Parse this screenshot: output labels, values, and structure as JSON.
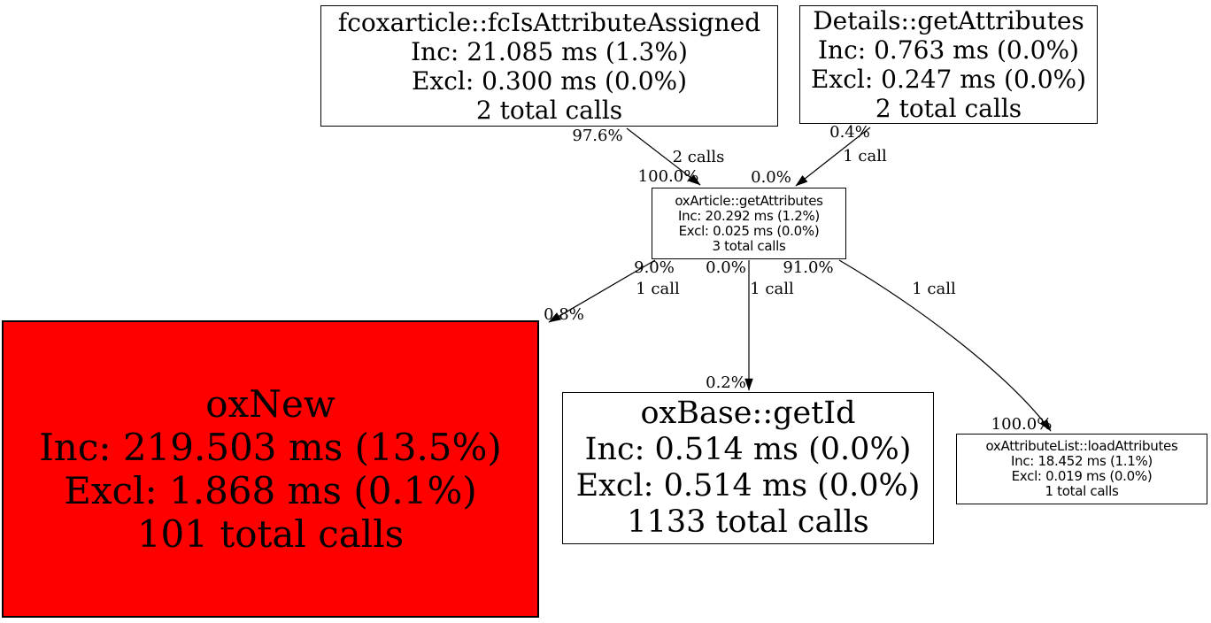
{
  "graph": {
    "kind": "profiler-call-graph",
    "colors": {
      "background": "#ffffff",
      "node_fill": "#ffffff",
      "hot_node_fill": "#ff0000",
      "border": "#000000",
      "edge": "#000000",
      "text": "#000000"
    },
    "nodes": [
      {
        "id": "fcoxarticle-fcisattributeassigned",
        "title": "fcoxarticle::fcIsAttributeAssigned",
        "inclusive": "Inc: 21.085 ms (1.3%)",
        "exclusive": "Excl: 0.300 ms (0.0%)",
        "calls": "2 total calls",
        "fill": "#ffffff"
      },
      {
        "id": "details-getattributes",
        "title": "Details::getAttributes",
        "inclusive": "Inc: 0.763 ms (0.0%)",
        "exclusive": "Excl: 0.247 ms (0.0%)",
        "calls": "2 total calls",
        "fill": "#ffffff"
      },
      {
        "id": "oxarticle-getattributes",
        "title": "oxArticle::getAttributes",
        "inclusive": "Inc: 20.292 ms (1.2%)",
        "exclusive": "Excl: 0.025 ms (0.0%)",
        "calls": "3 total calls",
        "fill": "#ffffff"
      },
      {
        "id": "oxnew",
        "title": "oxNew",
        "inclusive": "Inc: 219.503 ms (13.5%)",
        "exclusive": "Excl: 1.868 ms (0.1%)",
        "calls": "101 total calls",
        "fill": "#ff0000"
      },
      {
        "id": "oxbase-getid",
        "title": "oxBase::getId",
        "inclusive": "Inc: 0.514 ms (0.0%)",
        "exclusive": "Excl: 0.514 ms (0.0%)",
        "calls": "1133 total calls",
        "fill": "#ffffff"
      },
      {
        "id": "oxattributelist-loadattributes",
        "title": "oxAttributeList::loadAttributes",
        "inclusive": "Inc: 18.452 ms (1.1%)",
        "exclusive": "Excl: 0.019 ms (0.0%)",
        "calls": "1 total calls",
        "fill": "#ffffff"
      }
    ],
    "edges": [
      {
        "from": "fcoxarticle::fcIsAttributeAssigned",
        "to": "oxArticle::getAttributes",
        "source_pct": "97.6%",
        "calls": "2 calls",
        "target_pct": "100.0%"
      },
      {
        "from": "Details::getAttributes",
        "to": "oxArticle::getAttributes",
        "source_pct": "0.4%",
        "calls": "1 call",
        "target_pct": "0.0%"
      },
      {
        "from": "oxArticle::getAttributes",
        "to": "oxNew",
        "source_pct": "9.0%",
        "calls": "1 call",
        "target_pct": "0.8%"
      },
      {
        "from": "oxArticle::getAttributes",
        "to": "oxBase::getId",
        "source_pct": "0.0%",
        "calls": "1 call",
        "target_pct": "0.2%"
      },
      {
        "from": "oxArticle::getAttributes",
        "to": "oxAttributeList::loadAttributes",
        "source_pct": "91.0%",
        "calls": "1 call",
        "target_pct": "100.0%"
      }
    ]
  }
}
